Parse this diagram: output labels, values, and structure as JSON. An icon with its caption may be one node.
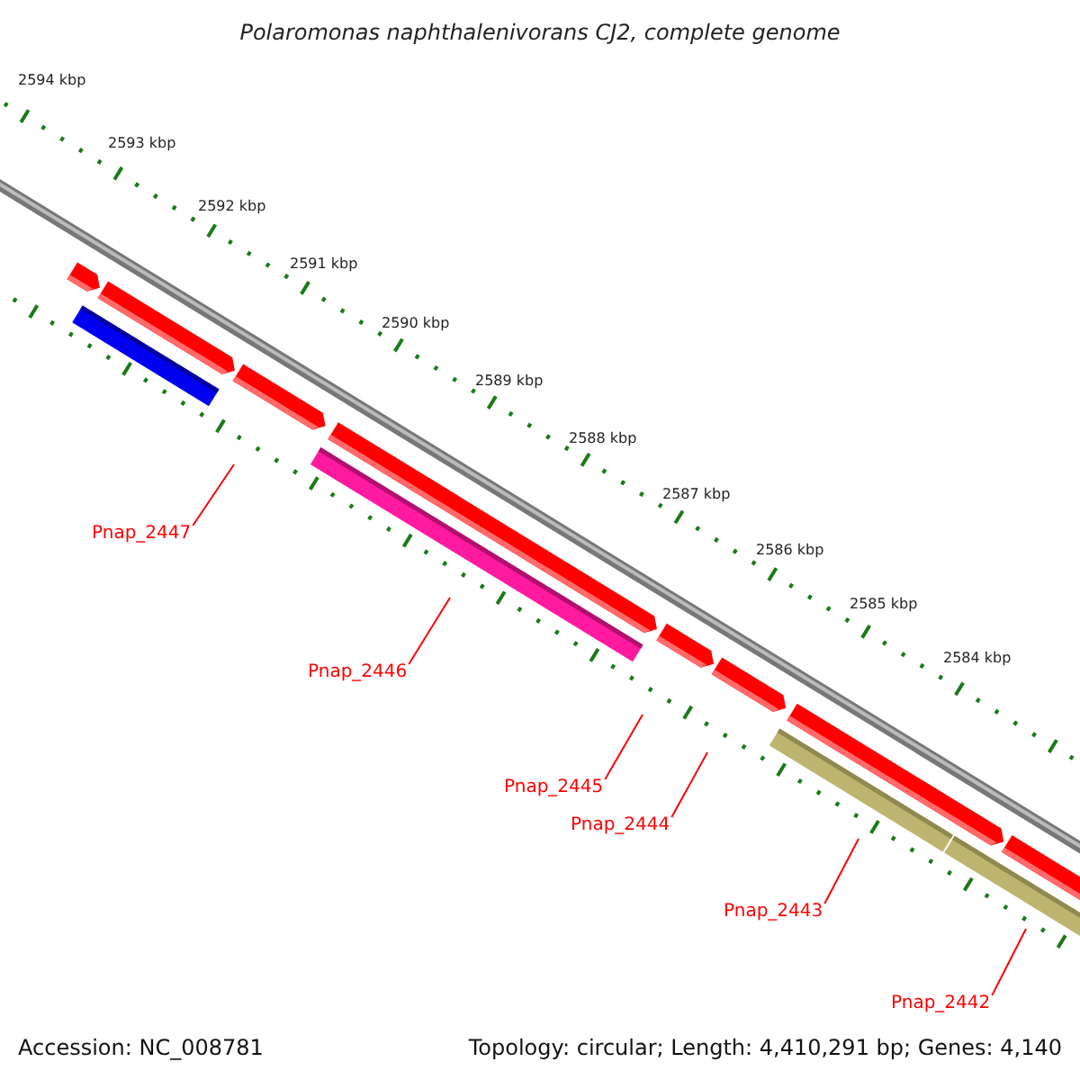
{
  "diagram": {
    "title": "Polaromonas naphthalenivorans CJ2, complete genome",
    "nodes": [
      {
        "text": [
          "Pnap_2447"
        ]
      },
      {
        "text": [
          "Pnap_2446"
        ]
      },
      {
        "text": [
          "Pnap_2445"
        ]
      },
      {
        "text": [
          "Pnap_2444"
        ]
      },
      {
        "text": [
          "Pnap_2443"
        ]
      },
      {
        "text": [
          "Pnap_2442"
        ]
      }
    ],
    "edges": [
      {
        "from": 0,
        "to": null,
        "arrow": "none"
      },
      {
        "from": 1,
        "to": null,
        "arrow": "none"
      },
      {
        "from": 2,
        "to": null,
        "arrow": "none"
      },
      {
        "from": 3,
        "to": null,
        "arrow": "none"
      },
      {
        "from": 4,
        "to": null,
        "arrow": "none"
      },
      {
        "from": 5,
        "to": null,
        "arrow": "none"
      }
    ],
    "labels": [
      "2594 kbp",
      "2593 kbp",
      "2592 kbp",
      "2591 kbp",
      "2590 kbp",
      "2589 kbp",
      "2588 kbp",
      "2587 kbp",
      "2586 kbp",
      "2585 kbp",
      "2584 kbp",
      "Accession: NC_008781",
      "Topology: circular; Length: 4,410,291 bp; Genes: 4,140"
    ]
  }
}
